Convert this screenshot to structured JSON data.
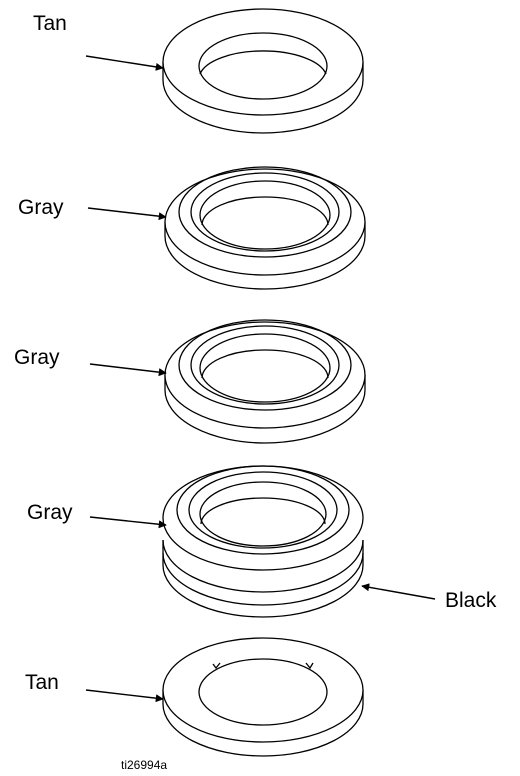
{
  "parts": [
    {
      "label": "Tan"
    },
    {
      "label": "Gray"
    },
    {
      "label": "Gray"
    },
    {
      "label": "Gray"
    },
    {
      "label": "Black"
    },
    {
      "label": "Tan"
    }
  ],
  "figure_id": "ti26994a"
}
